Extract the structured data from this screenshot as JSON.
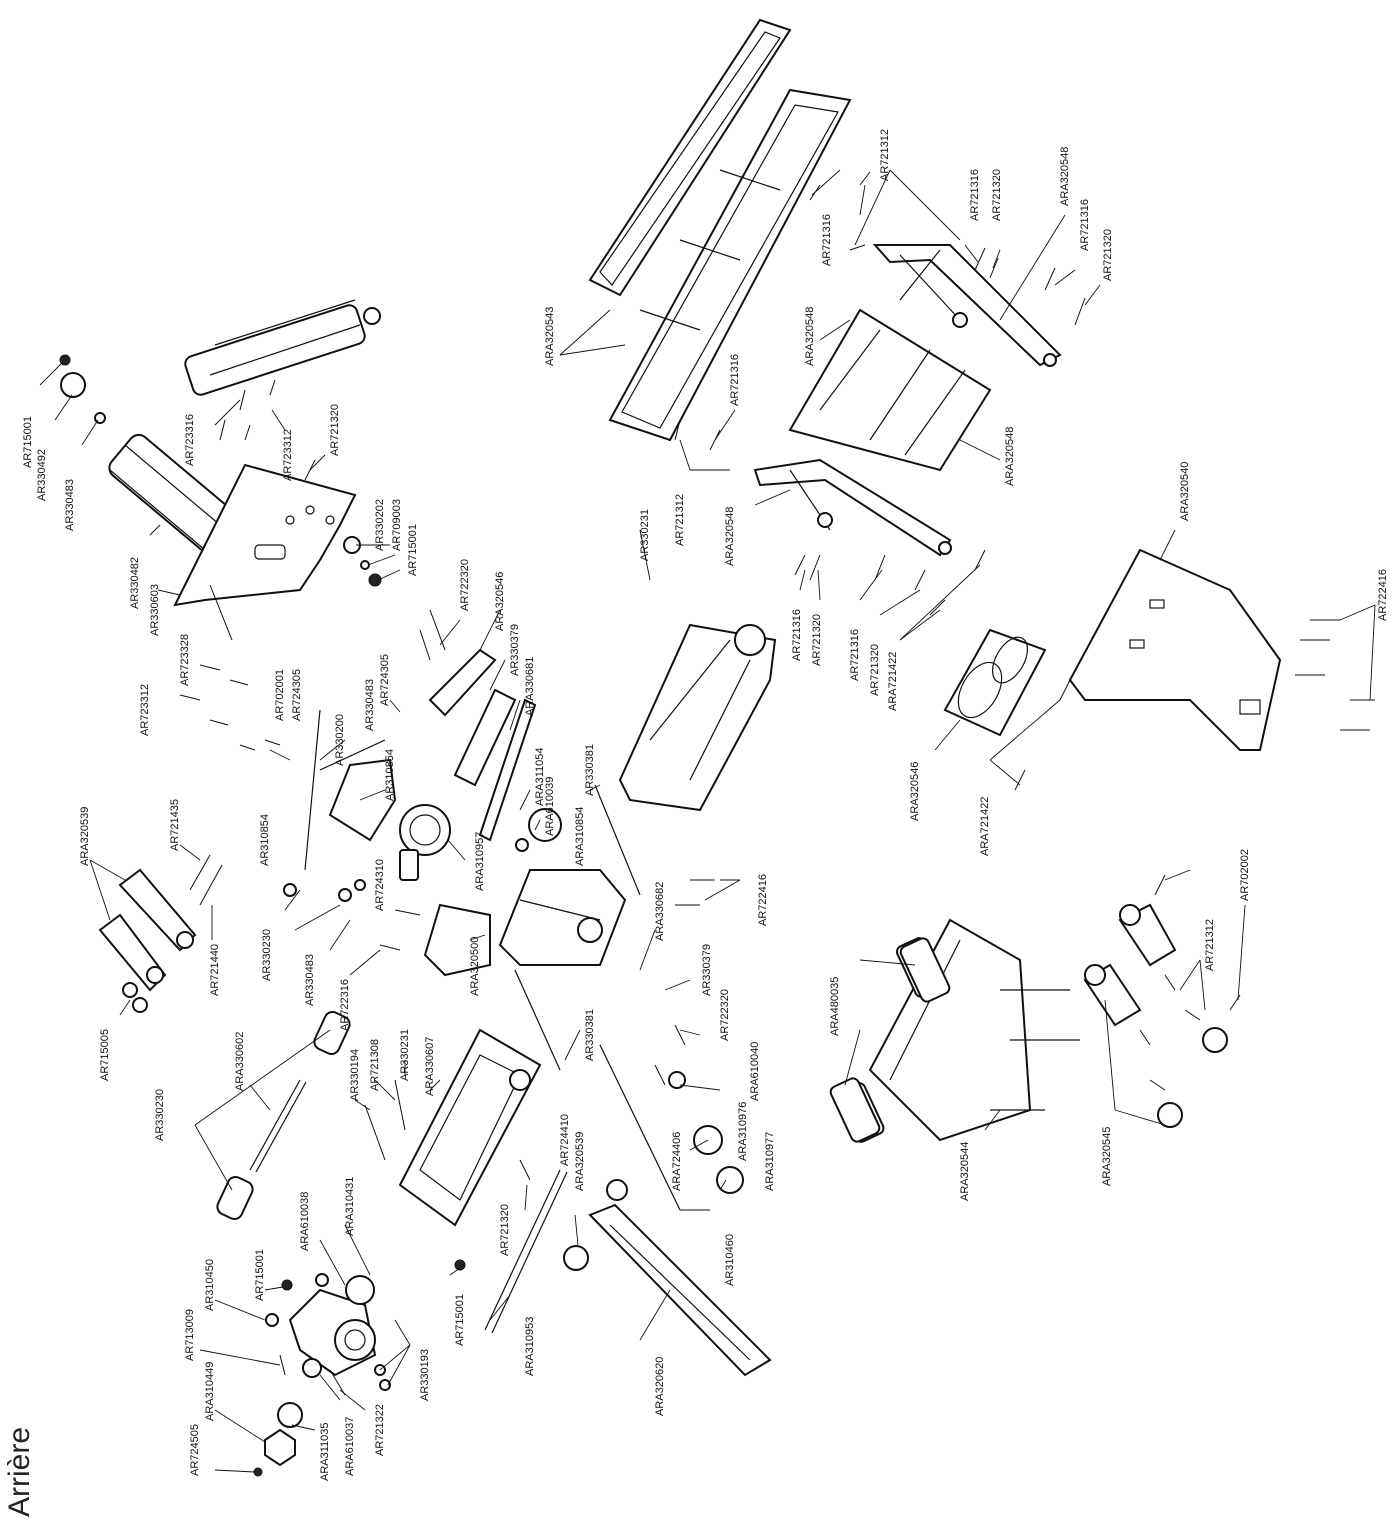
{
  "title": "Arrière",
  "labels": [
    "AR715001",
    "AR330492",
    "AR330483",
    "AR723316",
    "AR723312",
    "AR721320",
    "AR330482",
    "AR330603",
    "AR330202",
    "AR709003",
    "AR715001",
    "AR723328",
    "AR723312",
    "AR702001",
    "AR724305",
    "ARA320539",
    "AR721435",
    "AR721440",
    "AR715005",
    "AR310854",
    "AR330200",
    "AR330483",
    "AR724305",
    "AR310854",
    "AR722320",
    "ARA320546",
    "AR330379",
    "ARA330681",
    "ARA311054",
    "ARA610039",
    "AR330230",
    "AR330483",
    "AR722316",
    "AR724310",
    "ARA310957",
    "AR330381",
    "ARA310854",
    "ARA320500",
    "AR330231",
    "AR330230",
    "ARA330602",
    "AR330194",
    "AR721308",
    "AR330231",
    "ARA330607",
    "ARA330682",
    "AR330379",
    "AR722320",
    "AR722416",
    "AR330381",
    "ARA310431",
    "ARA610038",
    "AR715001",
    "AR310450",
    "AR713009",
    "ARA310449",
    "AR724505",
    "ARA311035",
    "ARA610037",
    "AR721322",
    "AR330193",
    "AR715001",
    "ARA310953",
    "ARA320620",
    "AR721320",
    "ARA320539",
    "AR724410",
    "ARA724406",
    "ARA310976",
    "ARA310977",
    "ARA610040",
    "AR310460",
    "ARA320543",
    "AR721316",
    "AR721312",
    "AR721316",
    "AR721320",
    "ARA320548",
    "AR721316",
    "AR721320",
    "AR721312",
    "ARA320548",
    "AR721316",
    "ARA320548",
    "ARA320548",
    "ARA320540",
    "AR721316",
    "AR721320",
    "AR721316",
    "AR721320",
    "ARA721422",
    "ARA320546",
    "ARA721422",
    "AR722416",
    "ARA480035",
    "ARA320544",
    "ARA320545",
    "AR721312",
    "AR702002"
  ]
}
